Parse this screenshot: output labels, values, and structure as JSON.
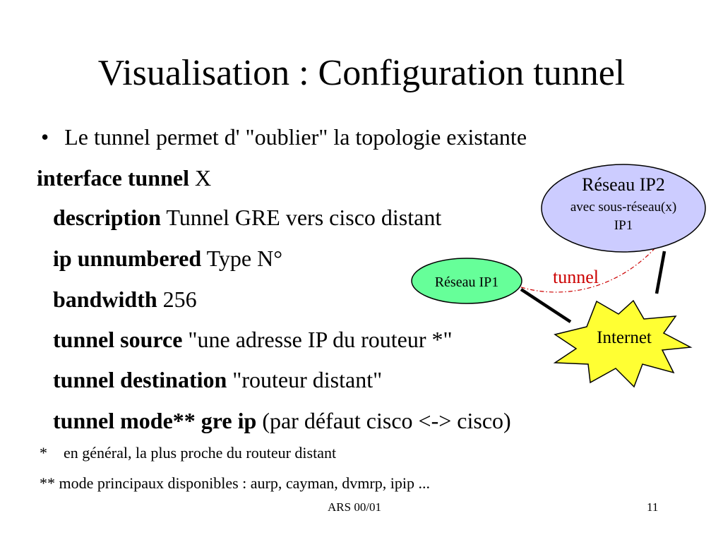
{
  "title": "Visualisation : Configuration tunnel",
  "bullet": {
    "symbol": "•",
    "text": "Le tunnel permet d' \"oublier\" la topologie existante"
  },
  "config": [
    {
      "kw": "interface tunnel",
      "val": " X"
    },
    {
      "kw": "description",
      "val": " Tunnel GRE vers cisco distant"
    },
    {
      "kw": "ip unnumbered",
      "val": " Type N°"
    },
    {
      "kw": "bandwidth",
      "val": " 256"
    },
    {
      "kw": "tunnel source",
      "val": " \"une adresse IP du routeur *\""
    },
    {
      "kw": "tunnel destination",
      "val": " \"routeur distant\""
    },
    {
      "kw": "tunnel mode** gre ip",
      "val": " (par défaut cisco <-> cisco)"
    }
  ],
  "notes": [
    {
      "mark": "*",
      "text": "en général, la plus proche du routeur distant"
    },
    {
      "mark": "**",
      "text": "mode principaux disponibles : aurp, cayman, dvmrp, ipip ..."
    }
  ],
  "footer": {
    "center": "ARS 00/01",
    "page": "11"
  },
  "diagram": {
    "net2": {
      "line1": "Réseau IP2",
      "line2": "avec sous-réseau(x)",
      "line3": "IP1",
      "color": "#ccccff"
    },
    "net1": {
      "label": "Réseau IP1",
      "color": "#66ff99"
    },
    "internet": {
      "label": "Internet",
      "color": "#ffff33"
    },
    "tunnel": {
      "label": "tunnel",
      "color": "#cc0000"
    }
  }
}
